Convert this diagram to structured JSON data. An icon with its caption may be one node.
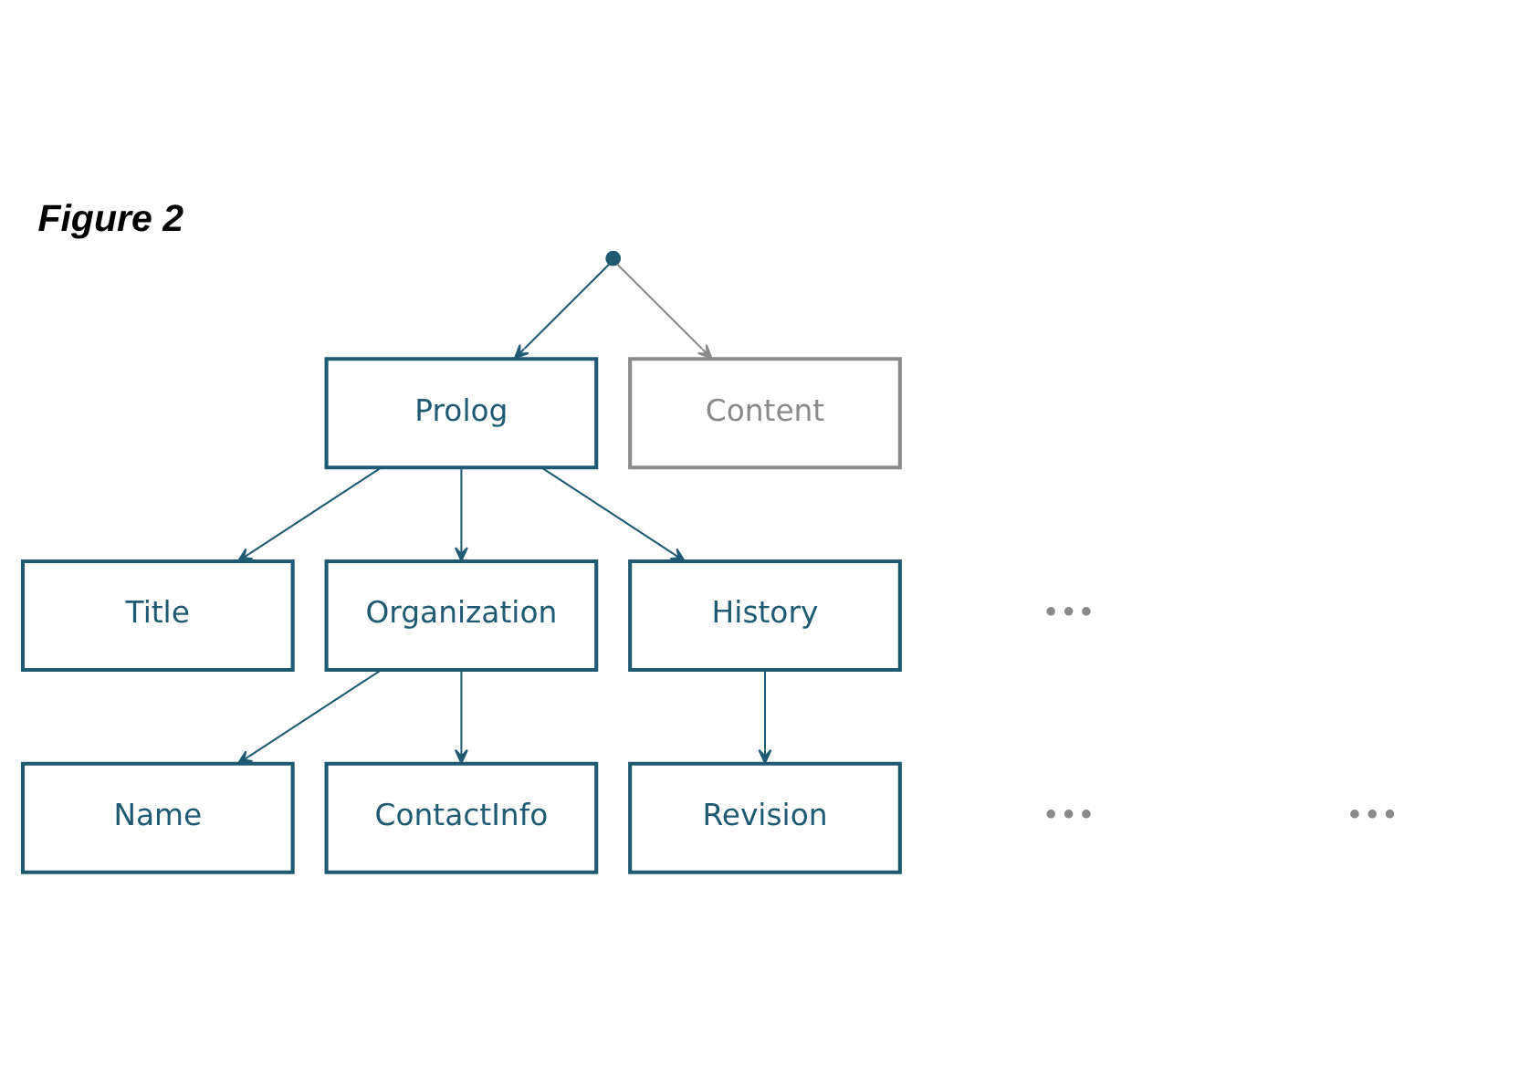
{
  "diagram": {
    "title": "Figure 2",
    "nodes": [
      {
        "text": [],
        "shape": "circle"
      },
      {
        "text": [
          "Prolog"
        ]
      },
      {
        "text": [
          "Content"
        ]
      },
      {
        "text": [
          "Title"
        ]
      },
      {
        "text": [
          "Organization"
        ]
      },
      {
        "text": [
          "History"
        ]
      },
      {
        "text": [
          "Name"
        ]
      },
      {
        "text": [
          "ContactInfo"
        ]
      },
      {
        "text": [
          "Revision"
        ]
      }
    ],
    "edges": [
      {
        "from": 0,
        "to": 1,
        "arrow": "to"
      },
      {
        "from": 0,
        "to": 2,
        "arrow": "to",
        "color": "#8a8a8a"
      },
      {
        "from": 1,
        "to": 3,
        "arrow": "to"
      },
      {
        "from": 1,
        "to": 4,
        "arrow": "to"
      },
      {
        "from": 1,
        "to": 5,
        "arrow": "to"
      },
      {
        "from": 4,
        "to": 6,
        "arrow": "to"
      },
      {
        "from": 4,
        "to": 7,
        "arrow": "to"
      },
      {
        "from": 5,
        "to": 8,
        "arrow": "to"
      }
    ],
    "labels": [
      "•••",
      "•••",
      "•••"
    ]
  }
}
